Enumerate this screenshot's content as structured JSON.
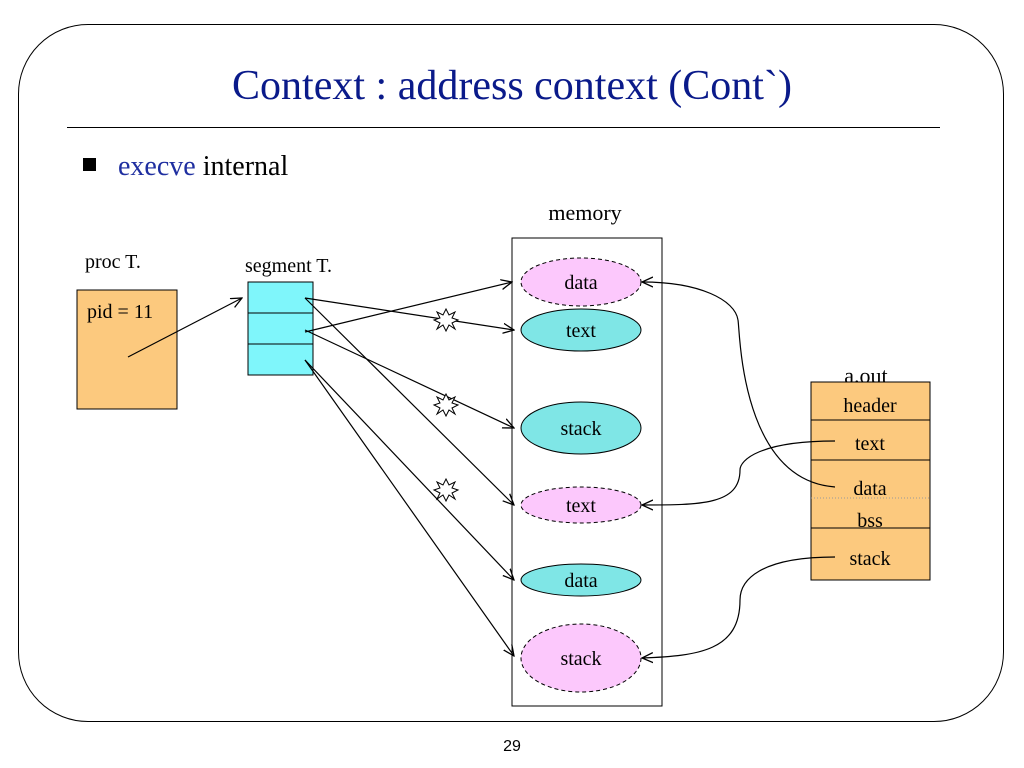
{
  "slide": {
    "title": "Context : address context (Cont`)",
    "bullet": {
      "keyword": "execve",
      "text": "internal"
    },
    "page_number": "29"
  },
  "diagram": {
    "memory_label": "memory",
    "proc_table": {
      "label": "proc T.",
      "field": "pid = 11"
    },
    "segment_table": {
      "label": "segment T.",
      "rows": 3
    },
    "memory_regions": [
      {
        "label": "data",
        "style": "old"
      },
      {
        "label": "text",
        "style": "current"
      },
      {
        "label": "stack",
        "style": "current"
      },
      {
        "label": "text",
        "style": "old"
      },
      {
        "label": "data",
        "style": "current"
      },
      {
        "label": "stack",
        "style": "old"
      }
    ],
    "aout": {
      "label": "a.out",
      "sections": [
        "header",
        "text",
        "data",
        "bss",
        "stack"
      ]
    },
    "colors": {
      "title": "#0a1a8a",
      "keyword": "#1f2fa0",
      "proc_fill": "#fcc97e",
      "segment_fill": "#7ff6fb",
      "region_current_fill": "#7fe6e6",
      "region_old_fill": "#fcc8fc",
      "aout_fill": "#fcc97e"
    }
  }
}
